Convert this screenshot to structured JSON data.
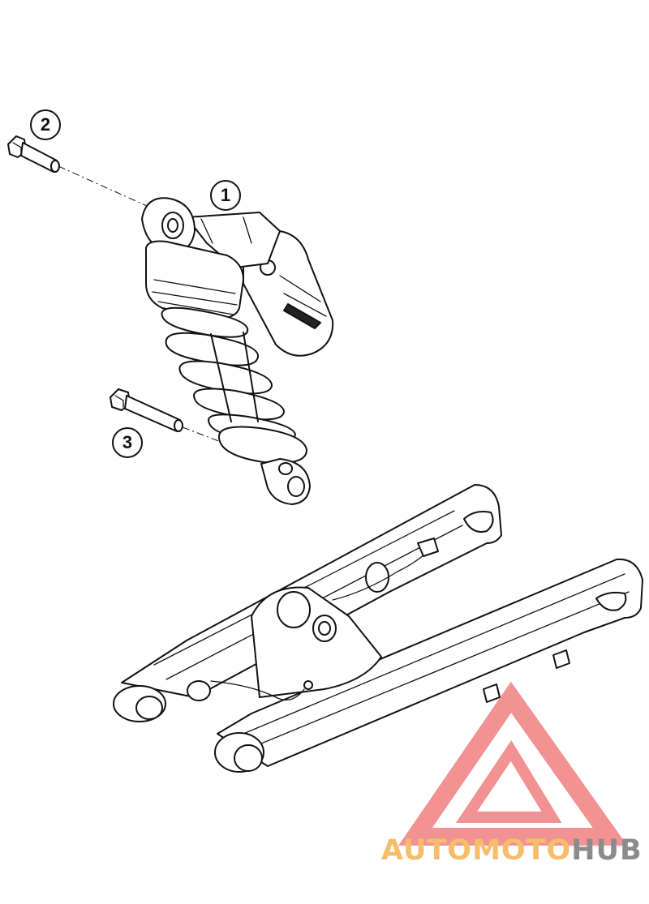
{
  "callouts": [
    {
      "id": "1",
      "label": "1"
    },
    {
      "id": "2",
      "label": "2"
    },
    {
      "id": "3",
      "label": "3"
    }
  ],
  "watermark": {
    "part_a": "AUTO",
    "part_b": "MOTO",
    "part_c": "HUB",
    "logo_color": "#f08080",
    "text_color_primary": "#f6bd6a",
    "text_color_secondary": "#8b8b8b"
  }
}
